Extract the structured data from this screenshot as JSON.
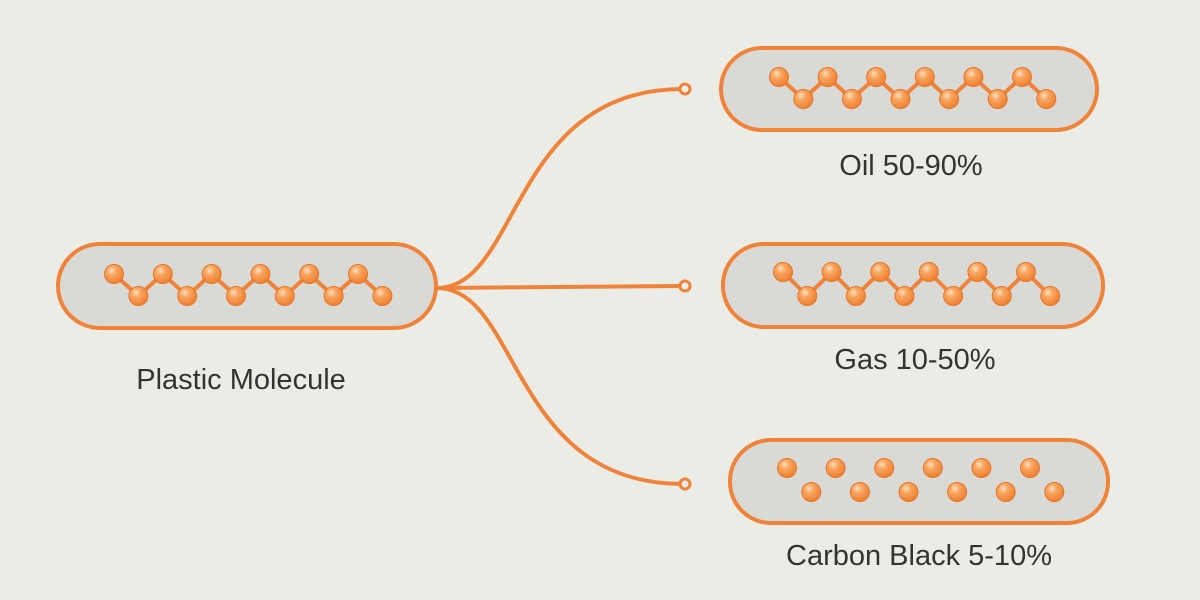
{
  "colors": {
    "background": "#ecece7",
    "capsule_fill": "#d9d9d6",
    "accent": "#f0833a",
    "atom_fill": "#f5913f",
    "atom_highlight": "#fbc08a",
    "text": "#333333"
  },
  "diagram": {
    "source": {
      "label": "Plastic Molecule",
      "structure": "chain"
    },
    "products": [
      {
        "label": "Oil 50-90%",
        "structure": "chain"
      },
      {
        "label": "Gas 10-50%",
        "structure": "chain"
      },
      {
        "label": "Carbon Black 5-10%",
        "structure": "separated"
      }
    ]
  }
}
